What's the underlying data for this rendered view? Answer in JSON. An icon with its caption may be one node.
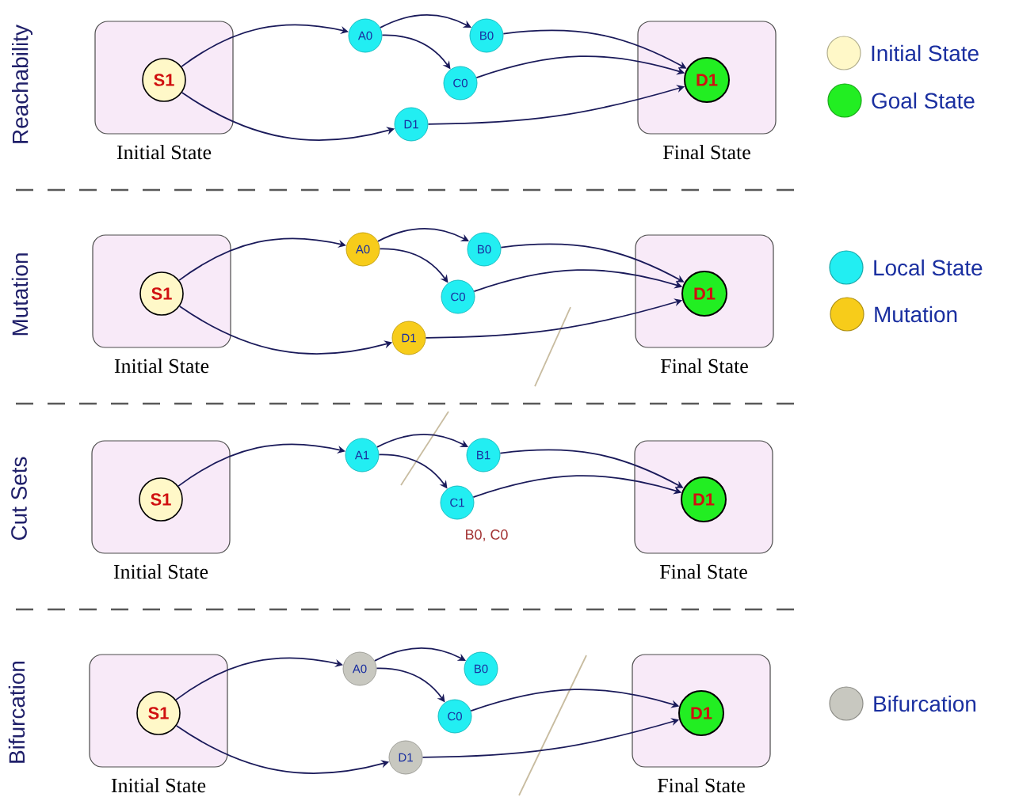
{
  "diagram": {
    "nodes": [
      {
        "text": [
          "Initial State"
        ]
      },
      {
        "text": [
          "S1"
        ],
        "in": 0
      },
      {
        "text": [
          "Final State"
        ]
      },
      {
        "text": [
          "D1"
        ],
        "in": 2
      },
      {
        "text": [
          "A0"
        ]
      },
      {
        "text": [
          "B0"
        ]
      },
      {
        "text": [
          "C0"
        ]
      },
      {
        "text": [
          "D1"
        ]
      },
      {
        "text": [
          "Initial State"
        ]
      },
      {
        "text": [
          "S1"
        ],
        "in": 8
      },
      {
        "text": [
          "Final State"
        ]
      },
      {
        "text": [
          "D1"
        ],
        "in": 10
      },
      {
        "text": [
          "A0"
        ]
      },
      {
        "text": [
          "B0"
        ]
      },
      {
        "text": [
          "C0"
        ]
      },
      {
        "text": [
          "D1"
        ]
      },
      {
        "text": [
          "Initial State"
        ]
      },
      {
        "text": [
          "S1"
        ],
        "in": 16
      },
      {
        "text": [
          "Final State"
        ]
      },
      {
        "text": [
          "D1"
        ],
        "in": 18
      },
      {
        "text": [
          "A1"
        ]
      },
      {
        "text": [
          "B1"
        ]
      },
      {
        "text": [
          "C1"
        ],
        "beside": [
          "B0, C0"
        ]
      },
      {
        "text": [
          "Initial State"
        ]
      },
      {
        "text": [
          "S1"
        ],
        "in": 23
      },
      {
        "text": [
          "Final State"
        ]
      },
      {
        "text": [
          "D1"
        ],
        "in": 25
      },
      {
        "text": [
          "A0"
        ]
      },
      {
        "text": [
          "B0"
        ]
      },
      {
        "text": [
          "C0"
        ]
      },
      {
        "text": [
          "D1"
        ]
      }
    ],
    "edges": [
      {
        "from": 1,
        "to": 4,
        "arrow": "to"
      },
      {
        "from": 1,
        "to": 7,
        "arrow": "to"
      },
      {
        "from": 4,
        "to": 5,
        "arrow": "to"
      },
      {
        "from": 4,
        "to": 6,
        "arrow": "to"
      },
      {
        "from": 5,
        "to": 3,
        "arrow": "to"
      },
      {
        "from": 6,
        "to": 3,
        "arrow": "to"
      },
      {
        "from": 7,
        "to": 3,
        "arrow": "to"
      },
      {
        "from": 9,
        "to": 12,
        "arrow": "to"
      },
      {
        "from": 9,
        "to": 15,
        "arrow": "to"
      },
      {
        "from": 12,
        "to": 13,
        "arrow": "to"
      },
      {
        "from": 12,
        "to": 14,
        "arrow": "to"
      },
      {
        "from": 13,
        "to": 11,
        "arrow": "to"
      },
      {
        "from": 14,
        "to": 11,
        "arrow": "to"
      },
      {
        "from": 15,
        "to": 11,
        "arrow": "to"
      },
      {
        "from": 17,
        "to": 20,
        "arrow": "to"
      },
      {
        "from": 20,
        "to": 21,
        "arrow": "to"
      },
      {
        "from": 20,
        "to": 22,
        "arrow": "to"
      },
      {
        "from": 21,
        "to": 19,
        "arrow": "to"
      },
      {
        "from": 22,
        "to": 19,
        "arrow": "to"
      },
      {
        "from": 24,
        "to": 27,
        "arrow": "to"
      },
      {
        "from": 24,
        "to": 30,
        "arrow": "to"
      },
      {
        "from": 27,
        "to": 28,
        "arrow": "to"
      },
      {
        "from": 27,
        "to": 29,
        "arrow": "to"
      },
      {
        "from": 29,
        "to": 26,
        "arrow": "to"
      },
      {
        "from": 30,
        "to": 26,
        "arrow": "to"
      }
    ],
    "labels": [
      "Reachability",
      "Mutation",
      "Cut Sets",
      "Bifurcation"
    ],
    "legend": [
      {
        "text": "Initial State",
        "color": "#fff8c8"
      },
      {
        "text": "Goal State",
        "color": "#22ee22"
      },
      {
        "text": "Local State",
        "color": "#22eef2"
      },
      {
        "text": "Mutation",
        "color": "#f7cc1a"
      },
      {
        "text": "Bifurcation",
        "color": "#c8c8c0"
      }
    ]
  }
}
